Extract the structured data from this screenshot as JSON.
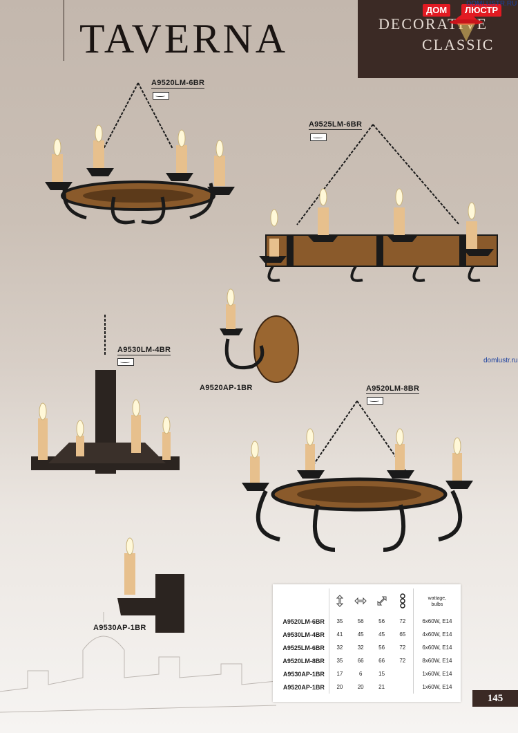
{
  "header": {
    "title": "TAVERNA",
    "brand_line1": "DECORATIVE",
    "brand_line2": "CLASSIC",
    "logo_left": "ДОМ",
    "logo_right": "ЛЮСТР",
    "logo_url": "DOMLUSTR.RU",
    "side_url": "domlustr.ru"
  },
  "products": [
    {
      "code": "A9520LM-6BR"
    },
    {
      "code": "A9525LM-6BR"
    },
    {
      "code": "A9530LM-4BR"
    },
    {
      "code": "A9520AP-1BR"
    },
    {
      "code": "A9520LM-8BR"
    },
    {
      "code": "A9530AP-1BR"
    }
  ],
  "spec_table": {
    "header_wattage": "wattage,",
    "header_bulbs": "bulbs",
    "rows": [
      {
        "name": "A9520LM-6BR",
        "h": "35",
        "w": "56",
        "d": "56",
        "chain": "72",
        "watt": "6x60W, E14"
      },
      {
        "name": "A9530LM-4BR",
        "h": "41",
        "w": "45",
        "d": "45",
        "chain": "65",
        "watt": "4x60W, E14"
      },
      {
        "name": "A9525LM-6BR",
        "h": "32",
        "w": "32",
        "d": "56",
        "chain": "72",
        "watt": "6x60W, E14"
      },
      {
        "name": "A9520LM-8BR",
        "h": "35",
        "w": "66",
        "d": "66",
        "chain": "72",
        "watt": "8x60W, E14"
      },
      {
        "name": "A9530AP-1BR",
        "h": "17",
        "w": "6",
        "d": "15",
        "chain": "",
        "watt": "1x60W, E14"
      },
      {
        "name": "A9520AP-1BR",
        "h": "20",
        "w": "20",
        "d": "21",
        "chain": "",
        "watt": "1x60W, E14"
      }
    ]
  },
  "page_number": "145",
  "colors": {
    "brand_bg": "#3b2a25",
    "logo_red": "#e21a22",
    "wood": "#8a5a2b",
    "iron": "#1a1a1a",
    "candle": "#e7c08d"
  }
}
